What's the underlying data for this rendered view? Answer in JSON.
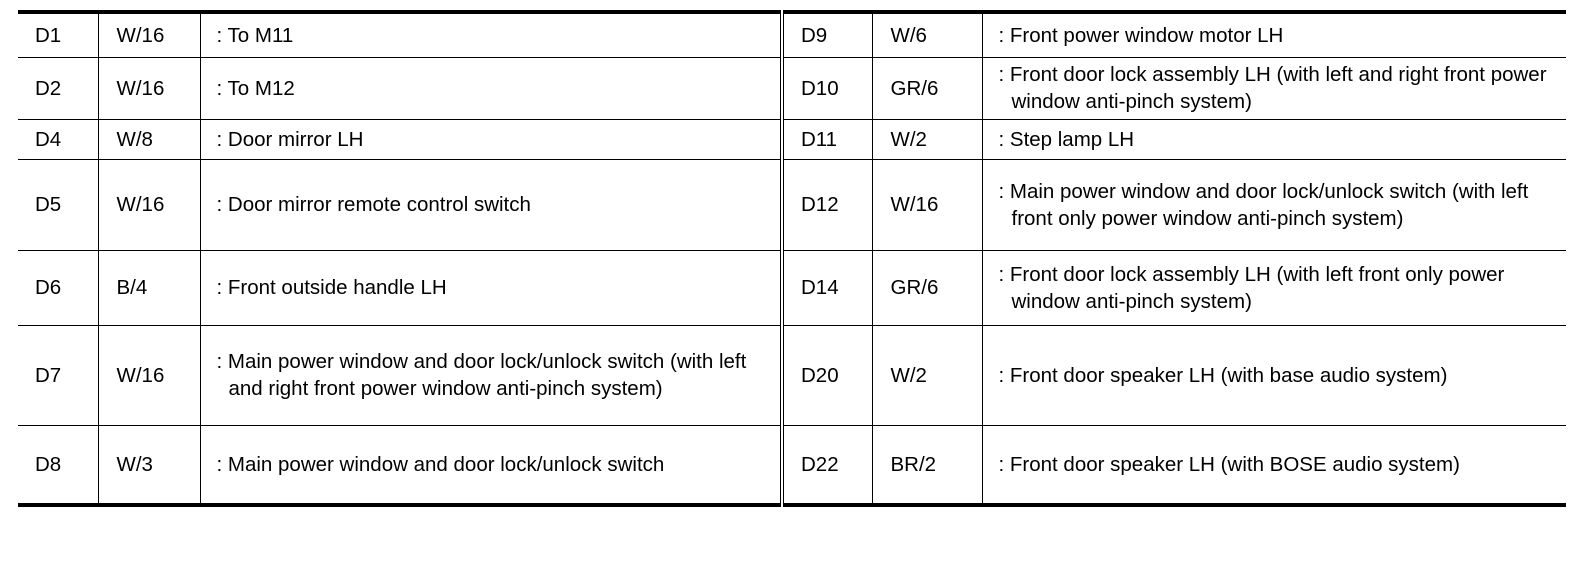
{
  "rows": [
    {
      "left": {
        "code": "D1",
        "wire": "W/16",
        "desc": ": To M11"
      },
      "right": {
        "code": "D9",
        "wire": "W/6",
        "desc": ": Front power window motor LH"
      }
    },
    {
      "left": {
        "code": "D2",
        "wire": "W/16",
        "desc": ": To M12"
      },
      "right": {
        "code": "D10",
        "wire": "GR/6",
        "desc": ": Front door lock assembly LH (with left and right front power window anti-pinch system)"
      }
    },
    {
      "left": {
        "code": "D4",
        "wire": "W/8",
        "desc": ": Door mirror LH"
      },
      "right": {
        "code": "D11",
        "wire": "W/2",
        "desc": ": Step lamp LH"
      }
    },
    {
      "left": {
        "code": "D5",
        "wire": "W/16",
        "desc": ": Door mirror remote control switch"
      },
      "right": {
        "code": "D12",
        "wire": "W/16",
        "desc": ": Main power window and door lock/unlock switch (with left front only power window anti-pinch system)"
      }
    },
    {
      "left": {
        "code": "D6",
        "wire": "B/4",
        "desc": ": Front outside handle LH"
      },
      "right": {
        "code": "D14",
        "wire": "GR/6",
        "desc": ": Front door lock assembly LH (with left front only power window anti-pinch system)"
      }
    },
    {
      "left": {
        "code": "D7",
        "wire": "W/16",
        "desc": ": Main power window and door lock/unlock switch (with left and right front power window anti-pinch system)"
      },
      "right": {
        "code": "D20",
        "wire": "W/2",
        "desc": ": Front door speaker LH (with base audio system)"
      }
    },
    {
      "left": {
        "code": "D8",
        "wire": "W/3",
        "desc": ": Main power window and door lock/unlock switch"
      },
      "right": {
        "code": "D22",
        "wire": "BR/2",
        "desc": ": Front door speaker LH (with BOSE audio system)"
      }
    }
  ]
}
